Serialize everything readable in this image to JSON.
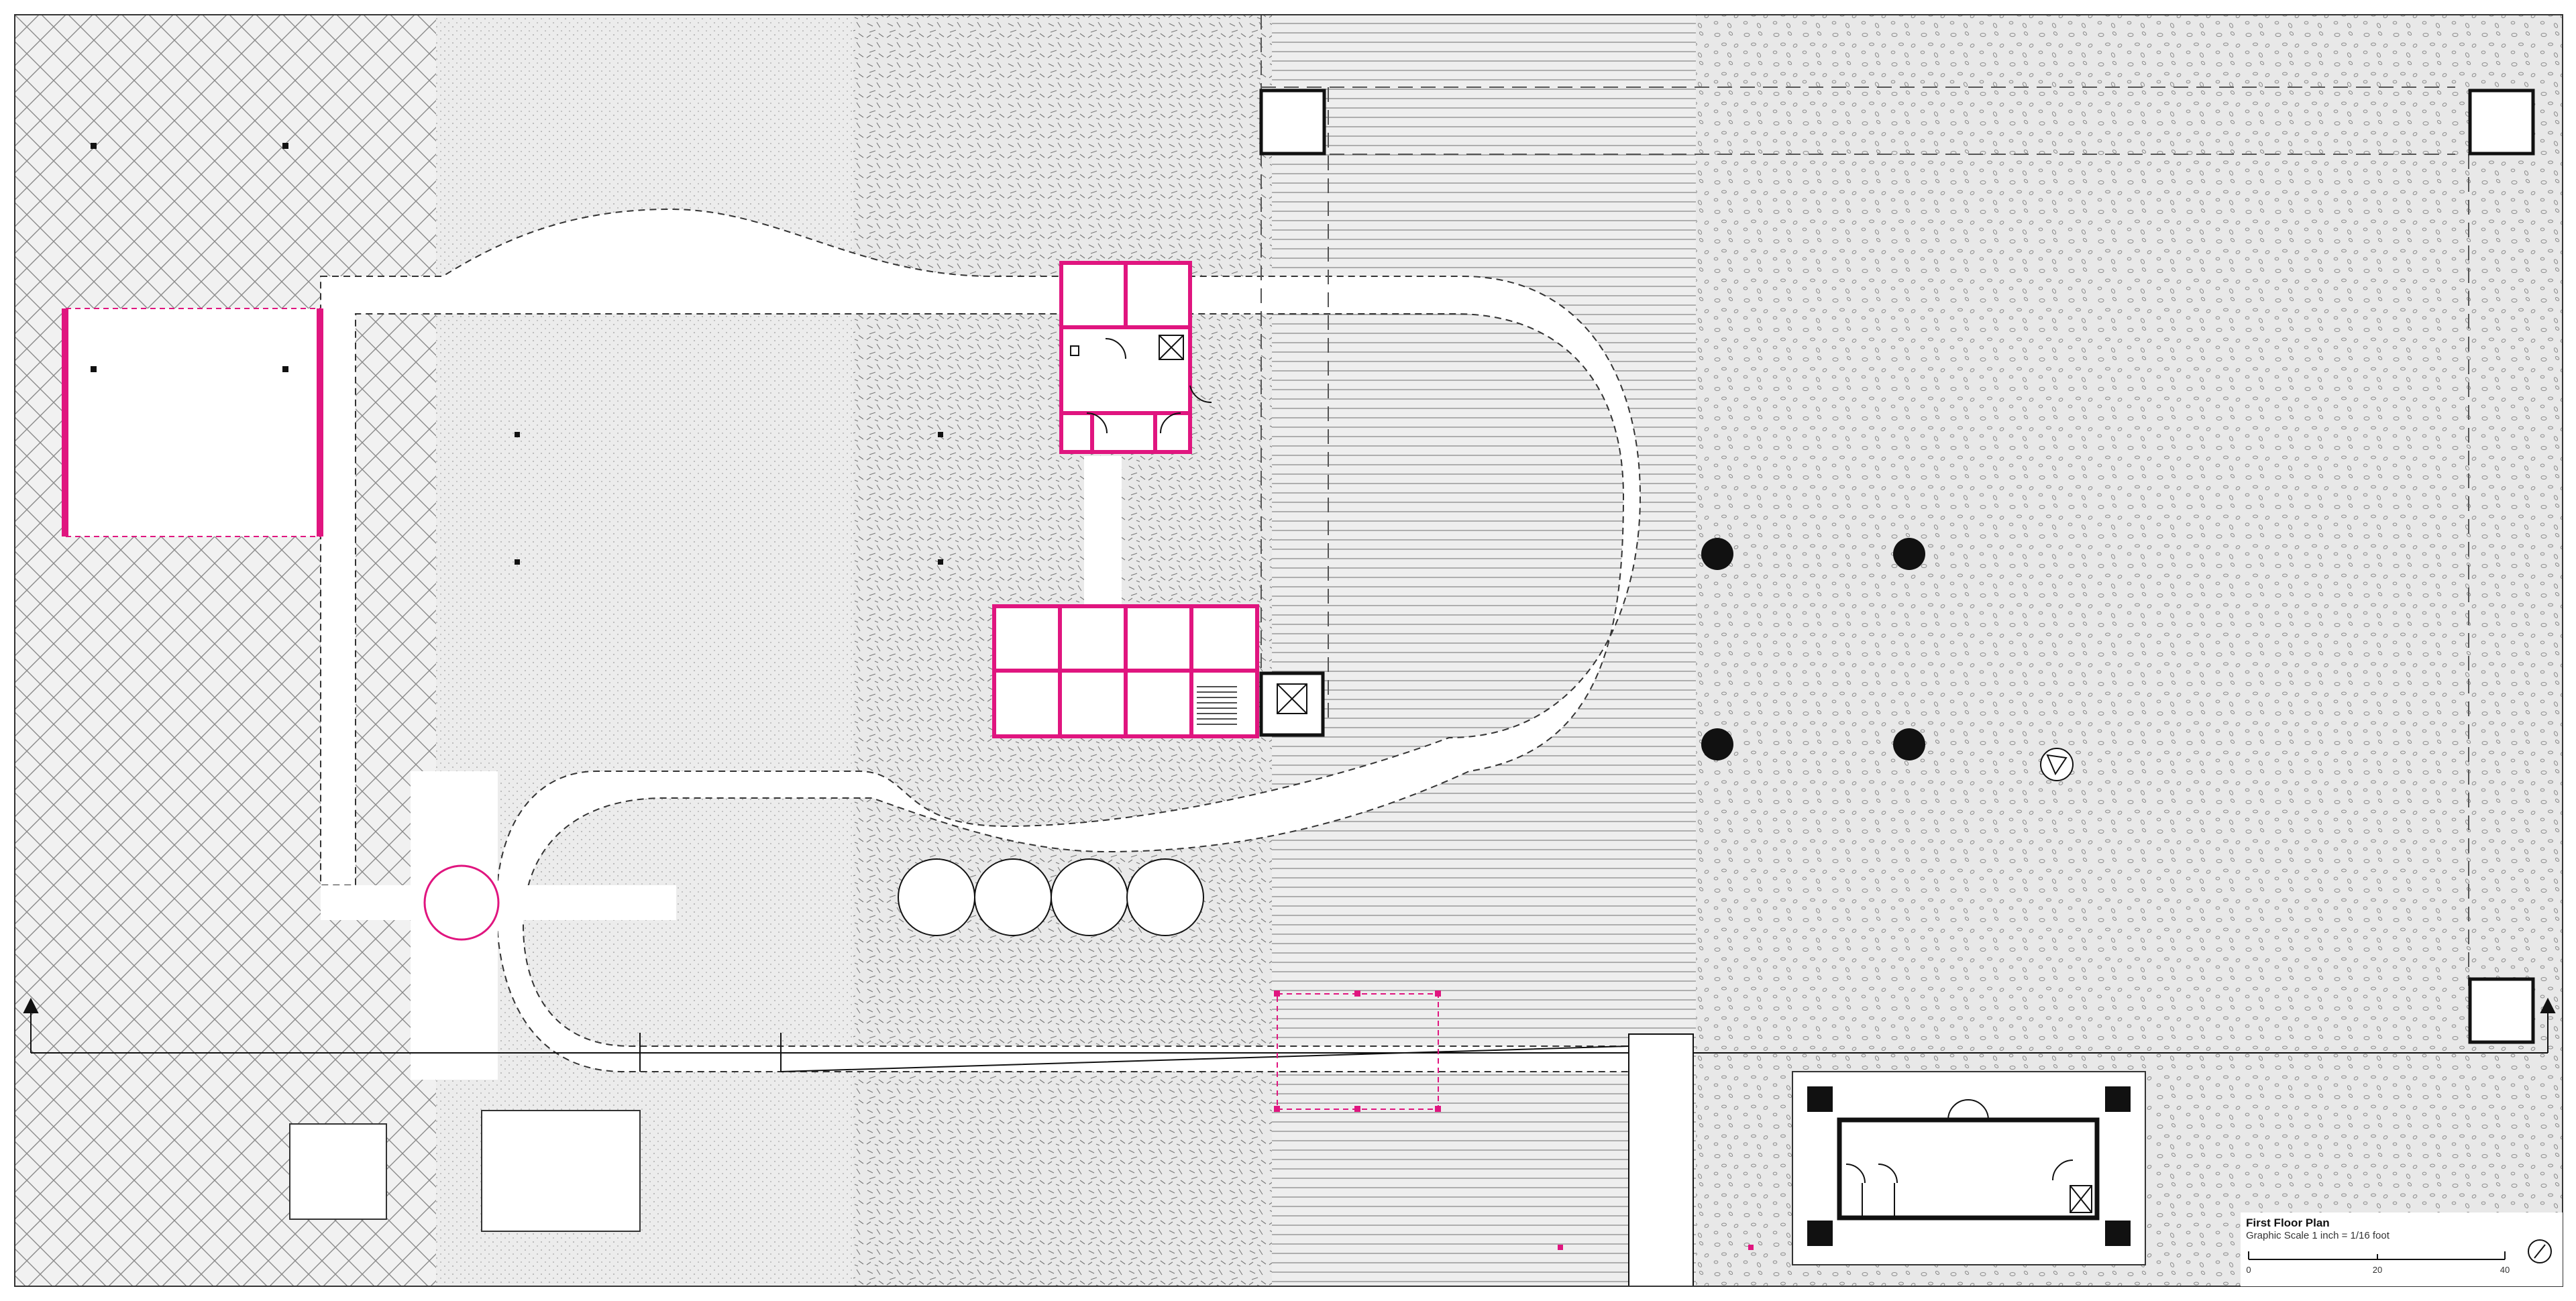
{
  "drawing": {
    "title": "First Floor Plan",
    "graphic_scale": "Graphic Scale 1 inch = 1/16 foot",
    "scale_ticks": [
      "0",
      "20",
      "40"
    ]
  },
  "colors": {
    "accent": "#e0157f",
    "line": "#111111",
    "background": "#ffffff",
    "hatch": "#555555"
  },
  "icons": [
    "section-arrow-icon",
    "north-arrow-icon",
    "stair-icon",
    "elevator-icon",
    "toilet-icon",
    "door-swing-icon"
  ]
}
